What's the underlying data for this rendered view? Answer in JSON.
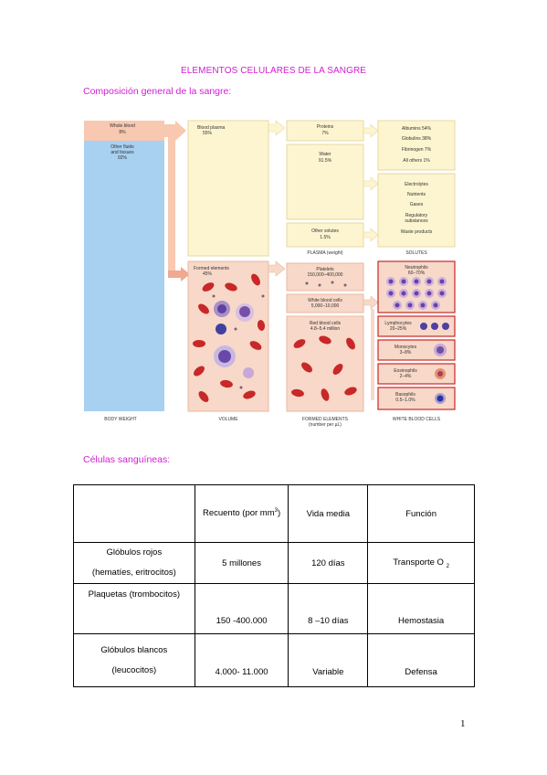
{
  "title": "ELEMENTOS CELULARES DE LA SANGRE",
  "section1": "Composición general de la sangre:",
  "section2": "Células sanguíneas:",
  "figure": {
    "body_weight": {
      "whole_blood": "Whole blood",
      "whole_blood_pct": "8%",
      "other_fluids_1": "Other fluids",
      "other_fluids_2": "and tissues",
      "other_fluids_pct": "92%",
      "caption": "BODY WEIGHT"
    },
    "volume": {
      "plasma": "Blood plasma",
      "plasma_pct": "55%",
      "formed": "Formed elements",
      "formed_pct": "45%",
      "caption": "VOLUME"
    },
    "plasma": {
      "proteins": "Proteins",
      "proteins_pct": "7%",
      "water": "Water",
      "water_pct": "91.5%",
      "other": "Other solutes",
      "other_pct": "1.5%",
      "caption": "PLASMA (weight)"
    },
    "solutes": {
      "albumins": "Albumins 54%",
      "globulins": "Globulins 38%",
      "fibrinogen": "Fibrinogen 7%",
      "allothers": "All others 1%",
      "electrolytes": "Electrolytes",
      "nutrients": "Nutrients",
      "gases": "Gases",
      "regulatory_1": "Regulatory",
      "regulatory_2": "substances",
      "waste": "Waste products",
      "caption": "SOLUTES"
    },
    "formed": {
      "platelets": "Platelets",
      "platelets_count": "150,000–400,000",
      "wbc": "White blood cells",
      "wbc_count": "5,000–10,000",
      "rbc": "Red blood cells",
      "rbc_count": "4.8–5.4 million",
      "caption_1": "FORMED ELEMENTS",
      "caption_2": "(number per µL)"
    },
    "wbc": {
      "neutrophils": "Neutrophils",
      "neutrophils_pct": "60–70%",
      "lymphocytes": "Lymphocytes",
      "lymphocytes_pct": "20–25%",
      "monocytes": "Monocytes",
      "monocytes_pct": "3–8%",
      "eosinophils": "Eosinophils",
      "eosinophils_pct": "2–4%",
      "basophils": "Basophils",
      "basophils_pct": "0.5–1.0%",
      "caption": "WHITE BLOOD CELLS"
    }
  },
  "table": {
    "headers": {
      "count": "Recuento (por mm",
      "count_sup": "3",
      "count_end": ")",
      "life": "Vida media",
      "function": "Función"
    },
    "rows": [
      {
        "name_1": "Glóbulos rojos",
        "name_2": "(hematíes, eritrocitos)",
        "count": "5 millones",
        "life": "120 días",
        "function": "Transporte O",
        "function_sub": "2"
      },
      {
        "name_1": "Plaquetas (trombocitos)",
        "count": "150 -400.000",
        "life": "8 –10 días",
        "function": "Hemostasia"
      },
      {
        "name_1": "Glóbulos blancos",
        "name_2": "(leucocitos)",
        "count": "4.000- 11.000",
        "life": "Variable",
        "function": "Defensa"
      }
    ]
  },
  "page_number": "1",
  "colors": {
    "heading": "#d020d0",
    "body_blue": "#a8d0f0",
    "pink": "#f8c8b0",
    "plasma_yellow": "#fdf5d0",
    "formed_pink": "#f8d8c8",
    "rbc_red": "#c82828",
    "wbc_purple": "#7040a0"
  }
}
